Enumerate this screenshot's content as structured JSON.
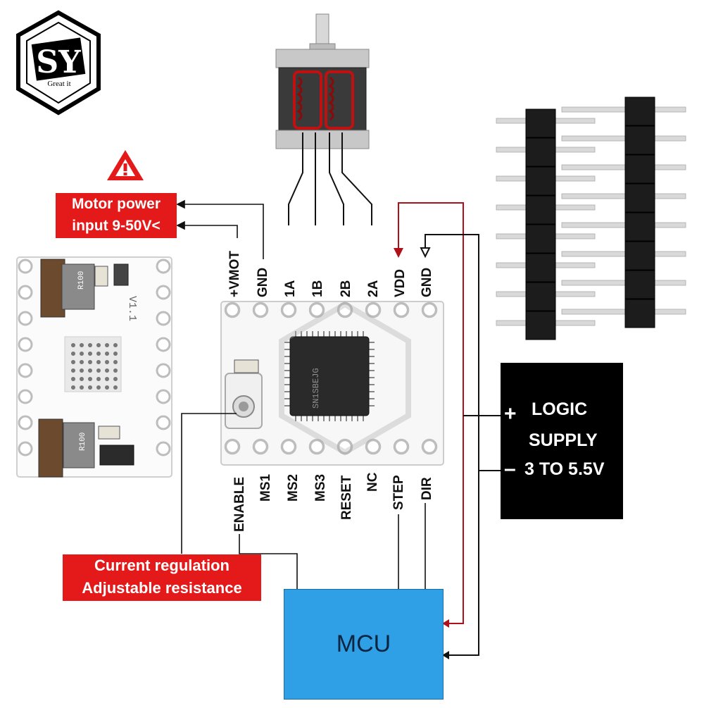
{
  "logo": {
    "letters": "SY",
    "tagline": "Great it"
  },
  "motor_power_label": {
    "line1": "Motor power",
    "line2": "input 9-50V<"
  },
  "current_label": {
    "line1": "Current regulation",
    "line2": "Adjustable resistance"
  },
  "top_pins": [
    "+VMOT",
    "GND",
    "1A",
    "1B",
    "2B",
    "2A",
    "VDD",
    "GND"
  ],
  "bottom_pins": [
    "ENABLE",
    "MS1",
    "MS2",
    "MS3",
    "RESET",
    "NC",
    "STEP",
    "DIR"
  ],
  "logic_supply": {
    "plus": "+",
    "minus": "–",
    "line1": "LOGIC",
    "line2": "SUPPLY",
    "line3": "3 TO 5.5V"
  },
  "mcu_label": "MCU",
  "board_back": {
    "version": "V1.1",
    "resistor1": "R100",
    "resistor2": "R100"
  },
  "chip_text": "SN1SBEJG",
  "colors": {
    "accent_red": "#e41a1a",
    "mcu_blue": "#2f9fe6",
    "wire_dark_red": "#b0101a"
  }
}
